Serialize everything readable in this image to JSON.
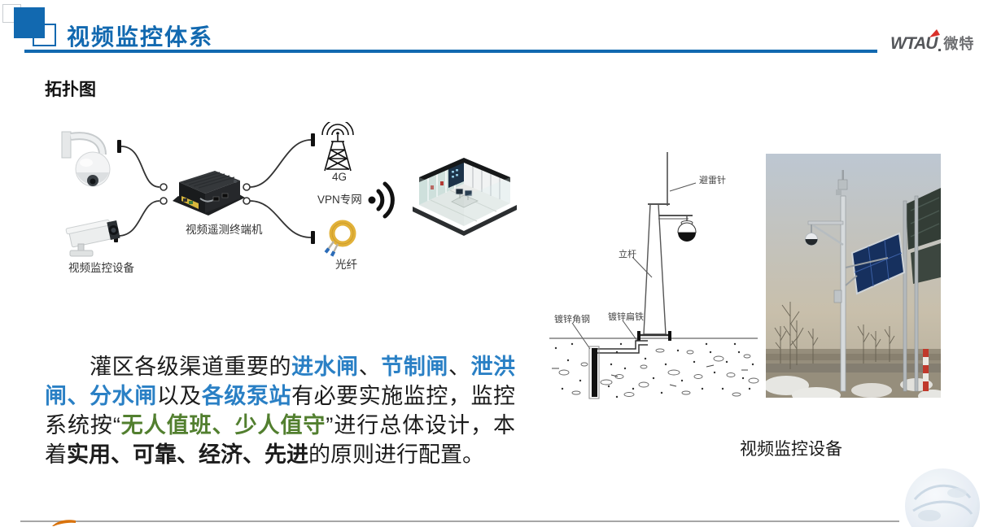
{
  "header": {
    "title": "视频监控体系",
    "logo_en": "WTAU",
    "logo_cn": "微特"
  },
  "section_heading": "拓扑图",
  "topology": {
    "cameras_label": "视频监控设备",
    "terminal_label": "视频遥测终端机",
    "g4_label": "4G",
    "vpn_label": "VPN专网",
    "fiber_label": "光纤"
  },
  "installation": {
    "lightning_rod_label": "避雷针",
    "pole_label": "立杆",
    "angle_steel_label": "镀锌角钢",
    "flat_iron_label": "镀锌扁铁",
    "caption": "视频监控设备"
  },
  "paragraph": {
    "runs": [
      {
        "text": "　　灌区各级渠道重要的",
        "style": "normal"
      },
      {
        "text": "进水闸",
        "style": "blue"
      },
      {
        "text": "、",
        "style": "normal"
      },
      {
        "text": "节制闸",
        "style": "blue"
      },
      {
        "text": "、",
        "style": "normal"
      },
      {
        "text": "泄洪闸、分水闸",
        "style": "blue"
      },
      {
        "text": "以及",
        "style": "normal"
      },
      {
        "text": "各级泵站",
        "style": "blue"
      },
      {
        "text": "有必要实施监控，监控系统按“",
        "style": "normal"
      },
      {
        "text": "无人值班、少人值守",
        "style": "green"
      },
      {
        "text": "”进行总体设计，本着",
        "style": "normal"
      },
      {
        "text": "实用、可靠、经济、先进",
        "style": "bold"
      },
      {
        "text": "的原则进行配置。",
        "style": "normal"
      }
    ]
  },
  "colors": {
    "title_blue": "#1269b0",
    "keyword_blue": "#2a80c5",
    "keyword_green": "#527f2f",
    "logo_red": "#d9302a",
    "accent_orange": "#d9730d"
  }
}
